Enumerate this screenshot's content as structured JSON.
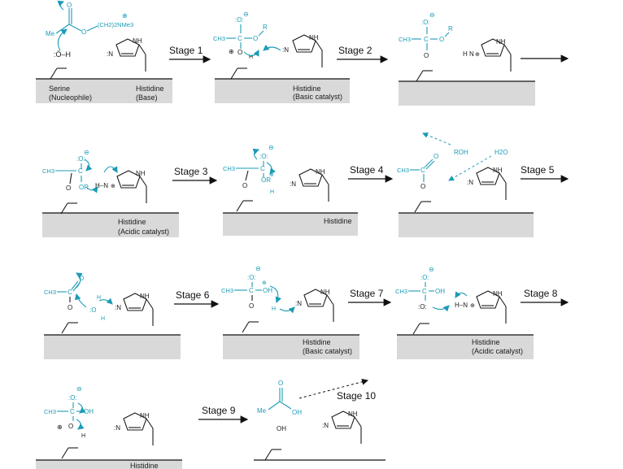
{
  "stages": [
    "Stage 1",
    "Stage 2",
    "Stage 3",
    "Stage 4",
    "Stage 5",
    "Stage 6",
    "Stage 7",
    "Stage 8",
    "Stage 9",
    "Stage 10"
  ],
  "labels": {
    "serine": "Serine",
    "nucleophile": "(Nucleophile)",
    "histidine": "Histidine",
    "base": "(Base)",
    "basic_catalyst": "(Basic catalyst)",
    "acidic_catalyst": "(Acidic catalyst)",
    "truncated": "Histidine"
  },
  "chem": {
    "me": "Me",
    "ch3": "CH3",
    "ch2nme3": "(CH2)2NMe3",
    "c": "C",
    "o": "O",
    "oh": "OH",
    "or": "OR",
    "r": "R",
    "h": "H",
    "nh": "NH",
    "n": "N",
    "roh": "ROH",
    "h2o": "H2O",
    "lone_o_h": ":Ö–H",
    "minus": "⊖",
    "plus": "⊕"
  },
  "colors": {
    "accent": "#1b9bb5",
    "ink": "#1a1a1a",
    "platform": "#d9d9d9"
  }
}
